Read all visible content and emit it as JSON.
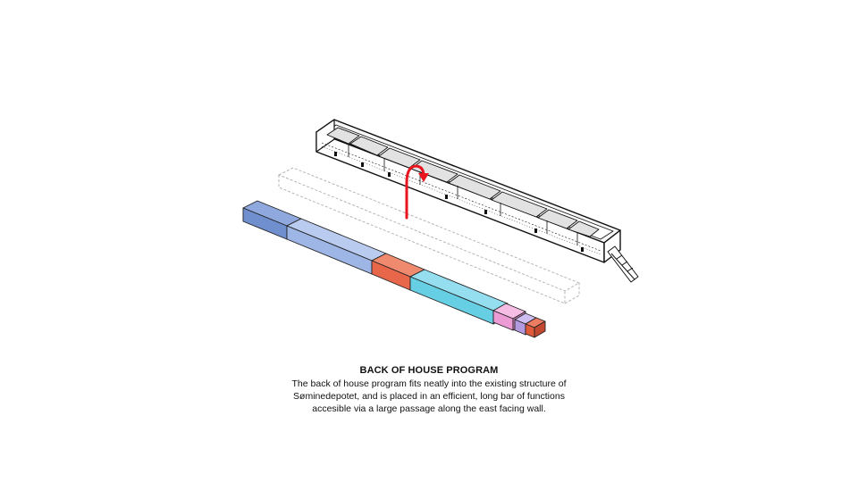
{
  "caption": {
    "title": "BACK OF HOUSE PROGRAM",
    "lines": [
      "The back of house program fits neatly into the existing structure of",
      "Søminedepotet, and is placed in an efficient, long bar of functions",
      "accesible via a large passage along the east facing wall."
    ]
  },
  "colors": {
    "program_blue_dark": "#6f8fcf",
    "program_blue_light": "#9db6e6",
    "program_orange": "#e8664a",
    "program_cyan": "#66cfe3",
    "program_pink": "#ec9bd4",
    "program_purple": "#b49be0",
    "program_red_orange": "#e05a3c",
    "arrow_red": "#e8141e",
    "outline": "#111111",
    "ghost_outline": "#bbbbbb",
    "roof_panel": "#e4e4e4"
  }
}
